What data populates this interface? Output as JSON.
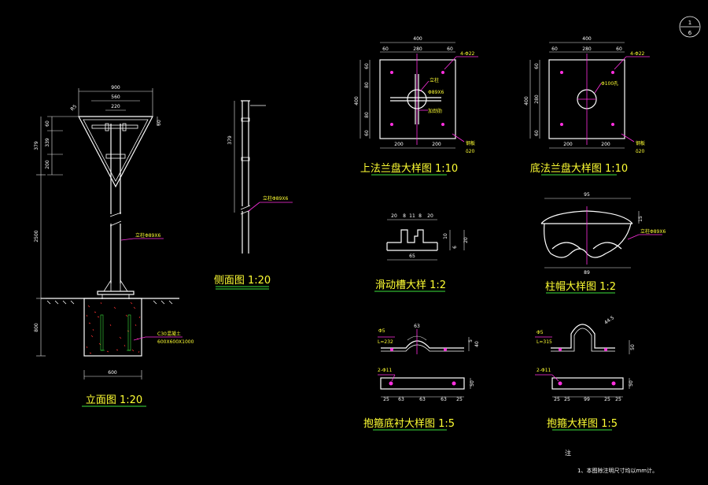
{
  "sheet": {
    "num": "1",
    "total": "6"
  },
  "titles": {
    "elevation": "立面图 1:20",
    "side": "侧面图 1:20",
    "top_flange": "上法兰盘大样图 1:10",
    "bottom_flange": "底法兰盘大样图 1:10",
    "slide_groove": "滑动槽大样 1:2",
    "cap": "柱帽大样图 1:2",
    "hoop_base": "抱箍底衬大样图 1:5",
    "hoop": "抱箍大样图 1:5"
  },
  "elevation": {
    "dims_top": [
      "900",
      "560",
      "220"
    ],
    "dims_left": [
      "60",
      "339",
      "200",
      "379"
    ],
    "dim_right": "60",
    "chamfer": "R5",
    "pole_len": "2500",
    "found_depth": "800",
    "found_width": "600",
    "pipe_label": "立柱Φ89X6",
    "concrete_label1": "C30混凝土",
    "concrete_label2": "600X600X1000"
  },
  "side": {
    "dim": "379",
    "pipe_label": "立柱Φ89X6"
  },
  "top_flange": {
    "dims_top": [
      "400",
      "60",
      "280",
      "60"
    ],
    "dims_left": [
      "400",
      "60",
      "80",
      "80",
      "60"
    ],
    "dims_bottom": [
      "200",
      "200"
    ],
    "bolt": "4-Φ22",
    "pipe1": "立柱",
    "pipe2": "Φ89X6",
    "rib": "加劲肋",
    "plate1": "钢板",
    "plate2": "δ20"
  },
  "bottom_flange": {
    "dims_top": [
      "400",
      "60",
      "280",
      "60"
    ],
    "dims_left": [
      "400",
      "60",
      "280",
      "60"
    ],
    "dims_bottom": [
      "200",
      "200"
    ],
    "bolt": "4-Φ22",
    "hole": "Φ100孔",
    "plate1": "钢板",
    "plate2": "δ20"
  },
  "slide_groove": {
    "dims_top": [
      "20",
      "8",
      "11",
      "8",
      "20"
    ],
    "dim_bottom": "65",
    "dims_right": [
      "10",
      "20",
      "6"
    ]
  },
  "cap": {
    "dim_top": "95",
    "dim_bottom": "89",
    "dim_right": "15",
    "pipe_label": "立柱Φ89X6"
  },
  "hoop_base": {
    "diam": "Φ5",
    "len": "L=232",
    "radius": "63",
    "dim_r": "5",
    "dim_r2": "40",
    "holes": "2-Φ11",
    "bottom_dims": [
      "25",
      "63",
      "63",
      "63",
      "25"
    ],
    "height": "50"
  },
  "hoop": {
    "diam": "Φ5",
    "len": "L=315",
    "radius": "44.5",
    "dim_r": "50",
    "holes": "2-Φ11",
    "bottom_dims": [
      "25",
      "25",
      "99",
      "25",
      "25"
    ],
    "height": "50"
  },
  "notes": {
    "heading": "注",
    "line1": "1、本图除注明尺寸均以mm计。"
  }
}
